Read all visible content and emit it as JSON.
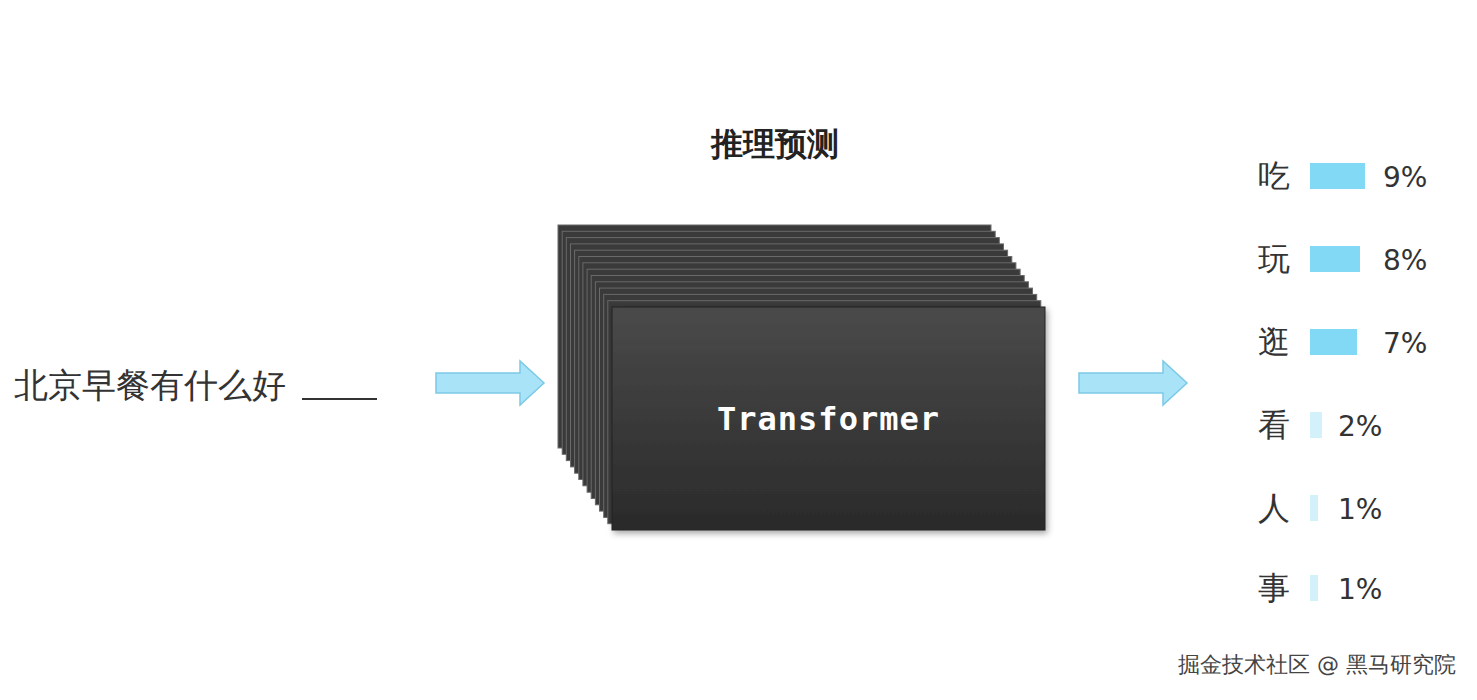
{
  "diagram": {
    "title": "推理预测",
    "nodes": [
      {
        "text": [
          "Transformer"
        ]
      }
    ],
    "labels": [
      "北京早餐有什么好",
      "吃",
      "9%",
      "玩",
      "8%",
      "逛",
      "7%",
      "看",
      "2%",
      "人",
      "1%",
      "事",
      "1%",
      "掘金技术社区 @ 黑马研究院"
    ]
  }
}
